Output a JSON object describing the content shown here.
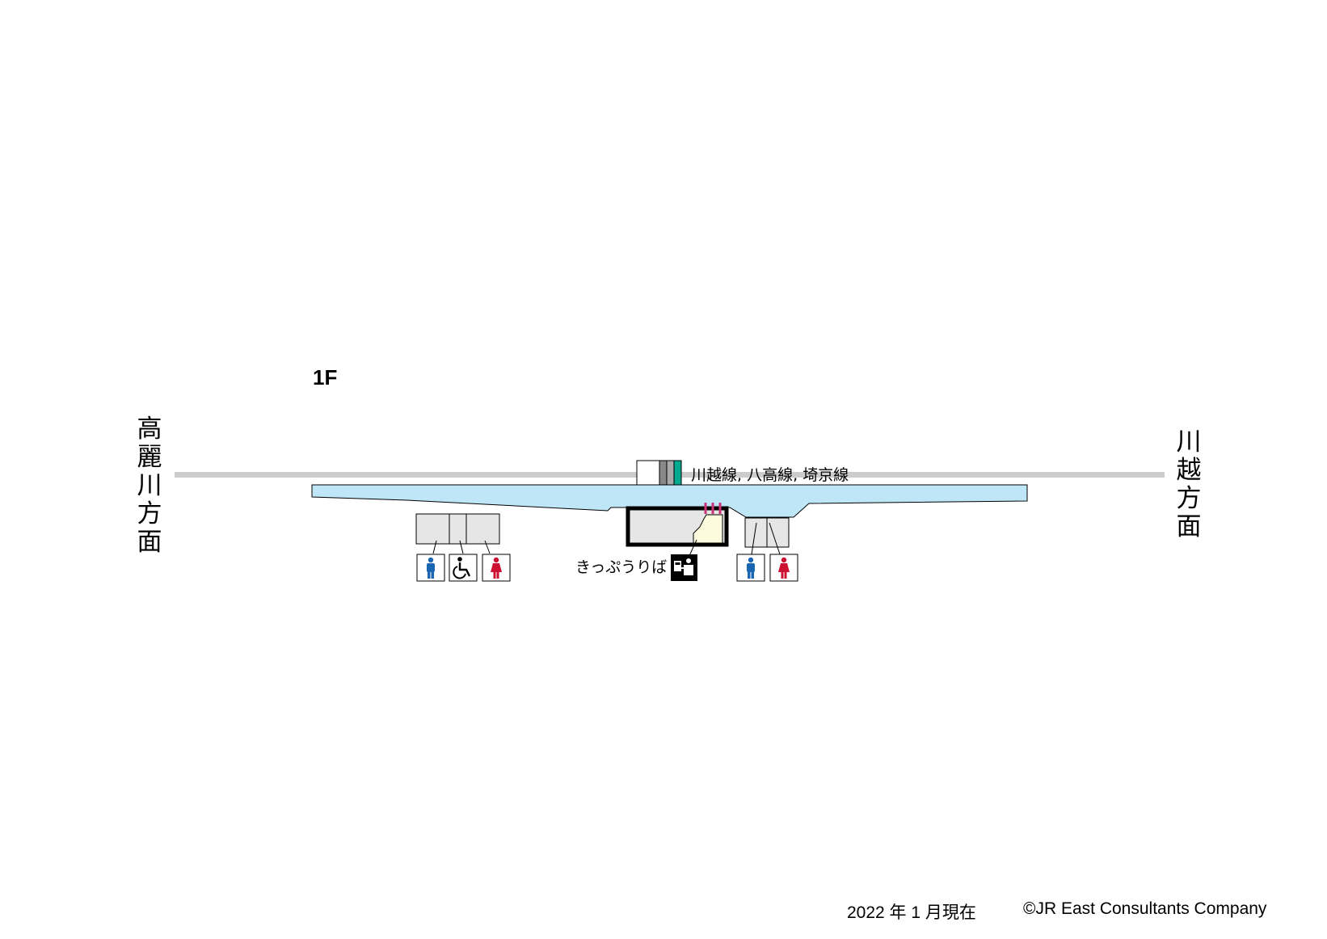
{
  "floor_label": "1F",
  "direction_left": "高麗川方面",
  "direction_right": "川越方面",
  "lines_label": "川越線, 八高線, 埼京線",
  "ticket_label": "きっぷうりば",
  "footer": {
    "date": "2022 年 1 月現在",
    "copyright": "©JR East Consultants Company"
  },
  "colors": {
    "track": "#cccccc",
    "platform": "#bfe6f7",
    "room": "#e6e6e6",
    "ticket_area": "#fdfbde",
    "line_gray_dark": "#888888",
    "line_gray": "#aaaaaa",
    "line_green": "#00a98f",
    "gate": "#cc3377",
    "male": "#1a66b3",
    "female": "#cc1133"
  },
  "icons": {
    "left_toilets": [
      "male-toilet-icon",
      "accessible-toilet-icon",
      "female-toilet-icon"
    ],
    "right_toilets": [
      "male-toilet-icon",
      "female-toilet-icon"
    ],
    "ticket": "ticket-machine-icon"
  }
}
